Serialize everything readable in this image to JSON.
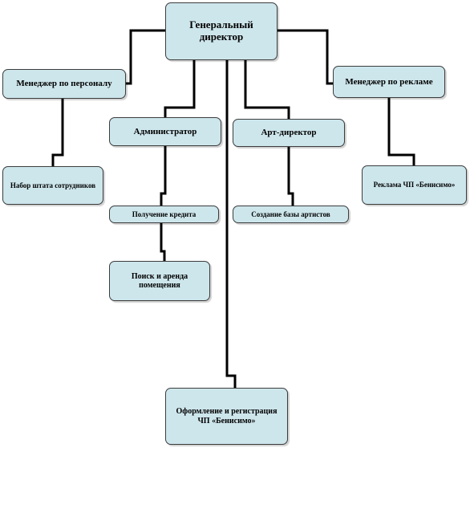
{
  "org_chart": {
    "ceo": "Генеральный директор",
    "hr_manager": "Менеджер по персоналу",
    "administrator": "Администратор",
    "art_director": "Арт-директор",
    "ad_manager": "Менеджер по рекламе",
    "staff_recruitment": "Набор штата сотрудников",
    "advertising": "Реклама ЧП «Бенисимо»",
    "loan": "Получение кредита",
    "artist_database": "Создание базы артистов",
    "office_search": "Поиск и аренда помещения",
    "registration": "Оформление и регистрация ЧП «Бенисимо»"
  },
  "colors": {
    "node_fill": "#cde6ec",
    "node_border": "#3c3c3c",
    "connector": "#000000"
  }
}
